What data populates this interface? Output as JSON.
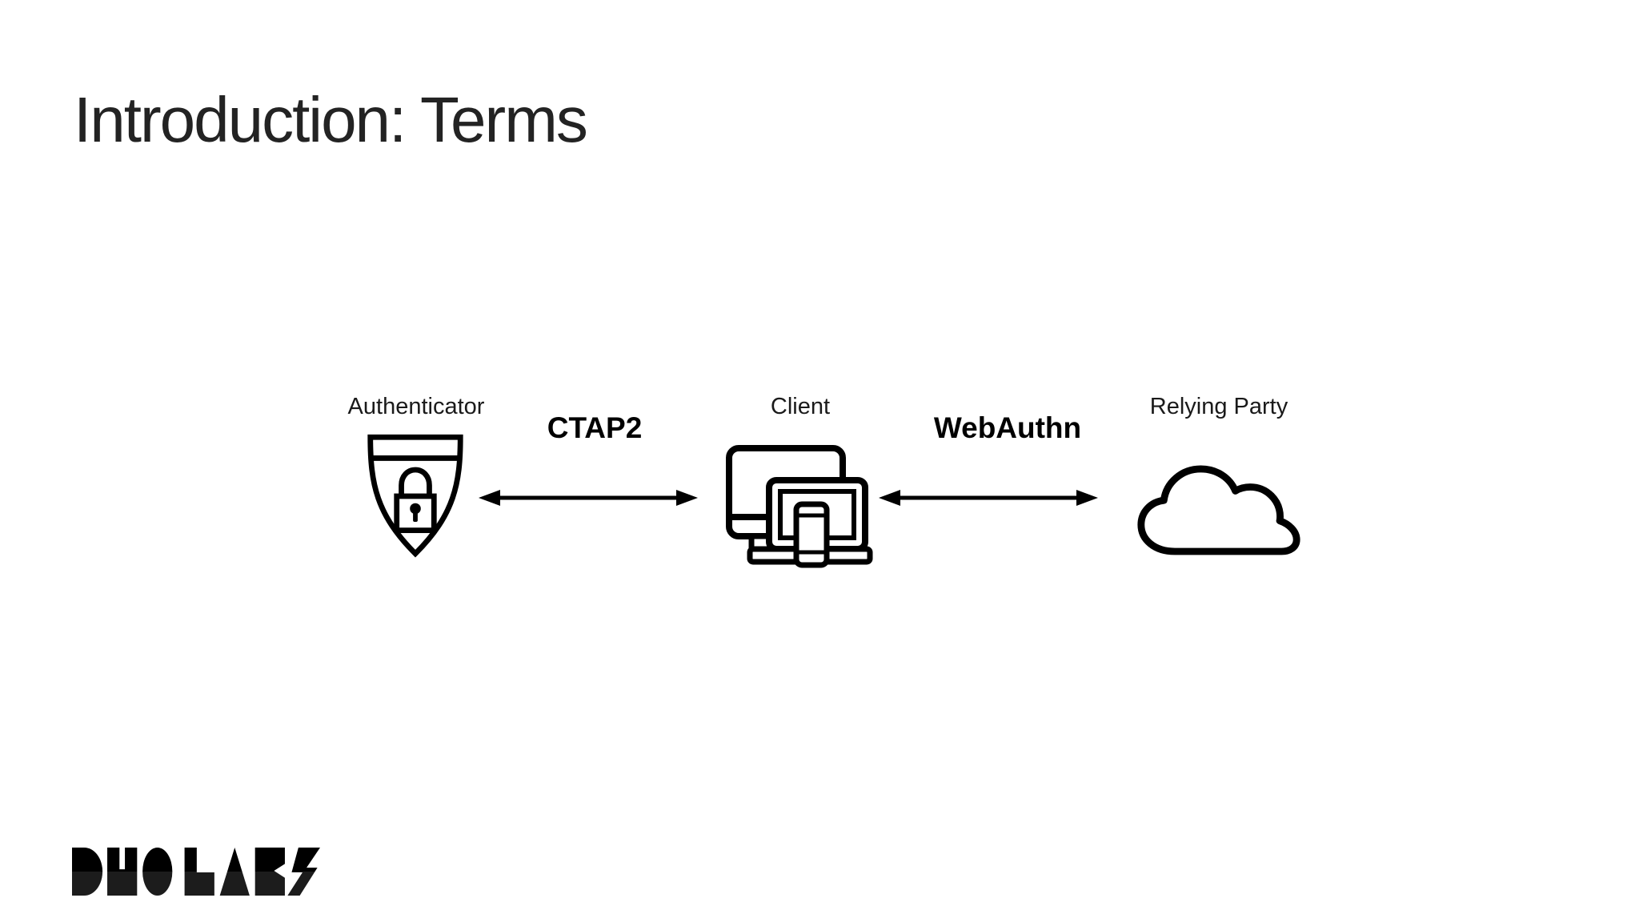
{
  "slide": {
    "title": "Introduction: Terms",
    "background_color": "#ffffff",
    "title_color": "#232323",
    "ink_color": "#000000"
  },
  "diagram": {
    "nodes": [
      {
        "id": "authenticator",
        "label": "Authenticator",
        "icon": "shield-lock-icon"
      },
      {
        "id": "client",
        "label": "Client",
        "icon": "devices-icon"
      },
      {
        "id": "relying-party",
        "label": "Relying Party",
        "icon": "cloud-icon"
      }
    ],
    "connections": [
      {
        "label": "CTAP2",
        "from": "authenticator",
        "to": "client",
        "style": "double-headed-arrow"
      },
      {
        "label": "WebAuthn",
        "from": "client",
        "to": "relying-party",
        "style": "double-headed-arrow"
      }
    ]
  },
  "footer": {
    "logo_text": "DUO LABS"
  }
}
